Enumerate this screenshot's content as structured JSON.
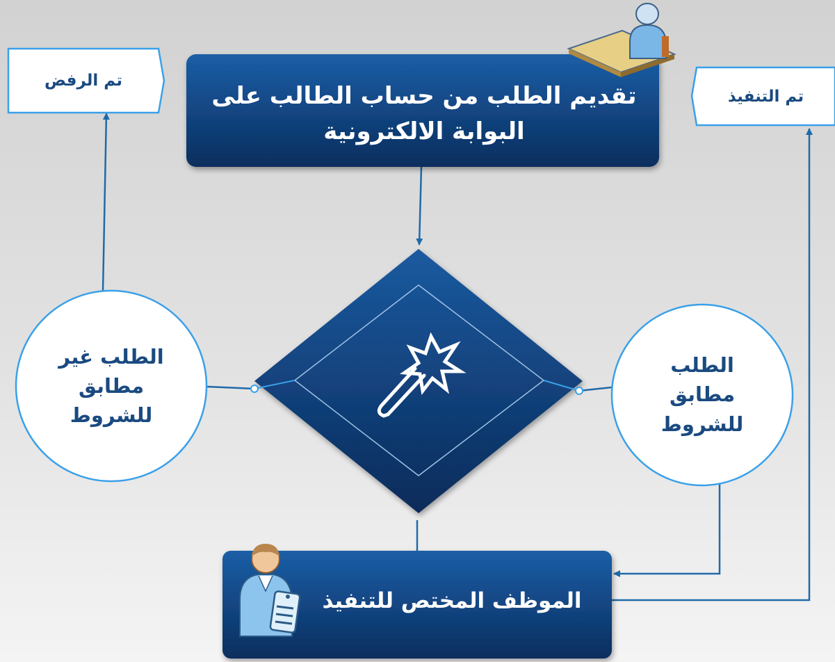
{
  "start_box": {
    "text": "تقديم الطلب من حساب الطالب على البوابة الالكترونية"
  },
  "decision": {
    "icon": "magic-wand-icon"
  },
  "matching_circle": {
    "text": "الطلب\nمطابق\nللشروط"
  },
  "not_matching_circle": {
    "text": "الطلب غير\nمطابق\nللشروط"
  },
  "employee_box": {
    "text": "الموظف المختص للتنفيذ"
  },
  "rejected_tag": {
    "text": "تم الرفض"
  },
  "executed_tag": {
    "text": "تم التنفيذ"
  },
  "colors": {
    "box_gradient_top": "#1b5ea6",
    "box_gradient_bottom": "#0a2e5e",
    "connector": "#1f6aa8",
    "outline": "#3aa0e8",
    "label_text": "#1a4a80"
  }
}
